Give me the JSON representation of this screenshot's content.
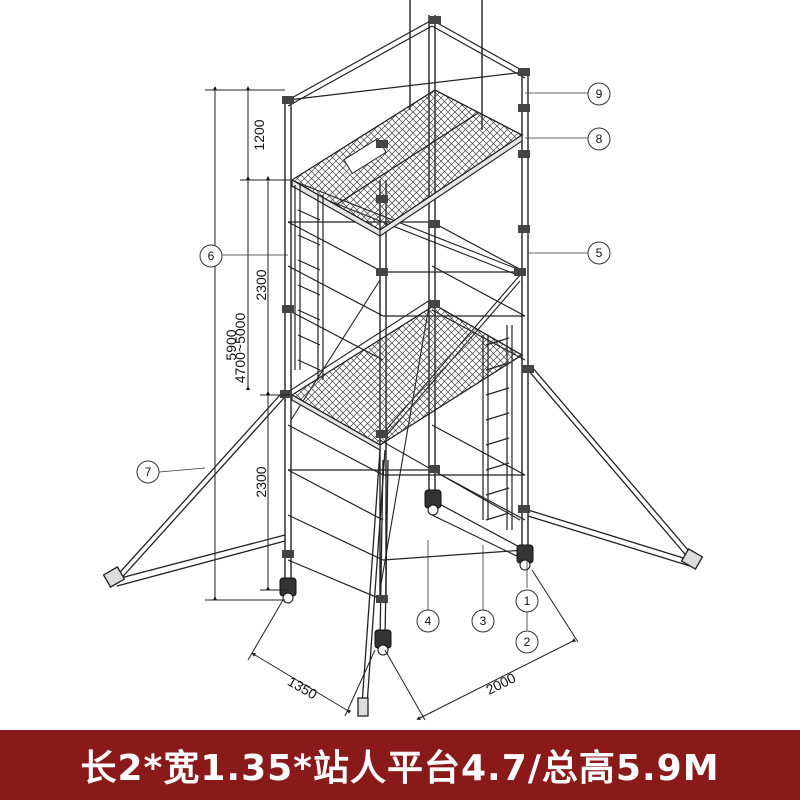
{
  "dimensions": {
    "total_height": "5900",
    "top_section": "1200",
    "upper_section": "2300",
    "lower_section": "2300",
    "platform_range": "4700~5000",
    "width": "1350",
    "length": "2000"
  },
  "callouts": [
    "1",
    "2",
    "3",
    "4",
    "5",
    "6",
    "7",
    "8",
    "9"
  ],
  "caption": "长2*宽1.35*站人平台4.7/总高5.9M",
  "colors": {
    "footer_bg": "#8a1a1a",
    "footer_text": "#ffffff",
    "line": "#222222"
  }
}
